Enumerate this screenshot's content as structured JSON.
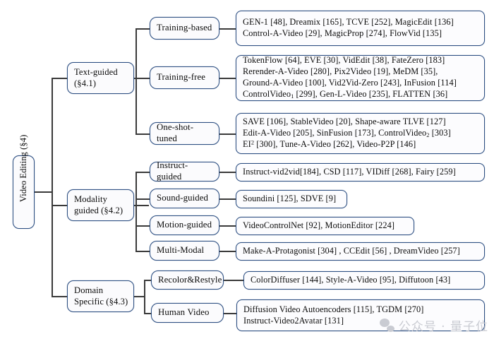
{
  "figure": {
    "type": "taxonomy-tree",
    "root": {
      "label": "Video Editing (§4)"
    },
    "categories": [
      {
        "id": "text-guided",
        "label": "Text-guided (§4.1)"
      },
      {
        "id": "modality-guided",
        "label": "Modality guided (§4.2)"
      },
      {
        "id": "domain-specific",
        "label": "Domain Specific (§4.3)"
      }
    ],
    "subcategories": [
      {
        "id": "training-based",
        "label": "Training-based"
      },
      {
        "id": "training-free",
        "label": "Training-free"
      },
      {
        "id": "one-shot-tuned",
        "label": "One-shot-tuned"
      },
      {
        "id": "instruct-guided",
        "label": "Instruct-guided"
      },
      {
        "id": "sound-guided",
        "label": "Sound-guided"
      },
      {
        "id": "motion-guided",
        "label": "Motion-guided"
      },
      {
        "id": "multi-modal",
        "label": "Multi-Modal"
      },
      {
        "id": "recolor-restyle",
        "label": "Recolor&Restyle"
      },
      {
        "id": "human-video",
        "label": "Human Video"
      }
    ],
    "leaves": {
      "training-based": {
        "lines": [
          "GEN-1 [48], Dreamix [165], TCVE [252], MagicEdit [136]",
          "Control-A-Video [29], MagicProp [274], FlowVid [135]"
        ]
      },
      "training-free": {
        "lines": [
          "TokenFlow [64], EVE [30], VidEdit [38], FateZero [183]",
          "Rerender-A-Video [280], Pix2Video [19], MeDM [35],",
          "Ground-A-Video [100], Vid2Vid-Zero [243], InFusion [114]",
          "ControlVideo_1 [299], Gen-L-Video [235], FLATTEN [36]"
        ]
      },
      "one-shot-tuned": {
        "lines": [
          "SAVE [106], StableVideo [20], Shape-aware TLVE [127]",
          "Edit-A-Video [205], SinFusion [173], ControlVideo_2 [303]",
          "EI^2 [300], Tune-A-Video [262], Video-P2P [146]"
        ]
      },
      "instruct-guided": {
        "lines": [
          "Instruct-vid2vid[184], CSD [117], VIDiff [268], Fairy [259]"
        ]
      },
      "sound-guided": {
        "lines": [
          "Soundini [125], SDVE [9]"
        ]
      },
      "motion-guided": {
        "lines": [
          "VideoControlNet [92], MotionEditor [224]"
        ]
      },
      "multi-modal": {
        "lines": [
          "Make-A-Protagonist [304] , CCEdit [56] , DreamVideo [257]"
        ]
      },
      "recolor-restyle": {
        "lines": [
          "ColorDiffuser [144], Style-A-Video [95], Diffutoon [43]"
        ]
      },
      "human-video": {
        "lines": [
          "Diffusion Video Autoencoders [115], TGDM [270]",
          "Instruct-Video2Avatar [131]"
        ]
      }
    },
    "colors": {
      "box_border": "#2d4f82",
      "box_fill": "#fbfbfd",
      "connector": "#3a3a3a",
      "text": "#0b0b0b",
      "watermark": "#c9cbd2"
    }
  },
  "watermark": {
    "text": "公众号 · 量子位",
    "icon": "wechat-icon"
  }
}
